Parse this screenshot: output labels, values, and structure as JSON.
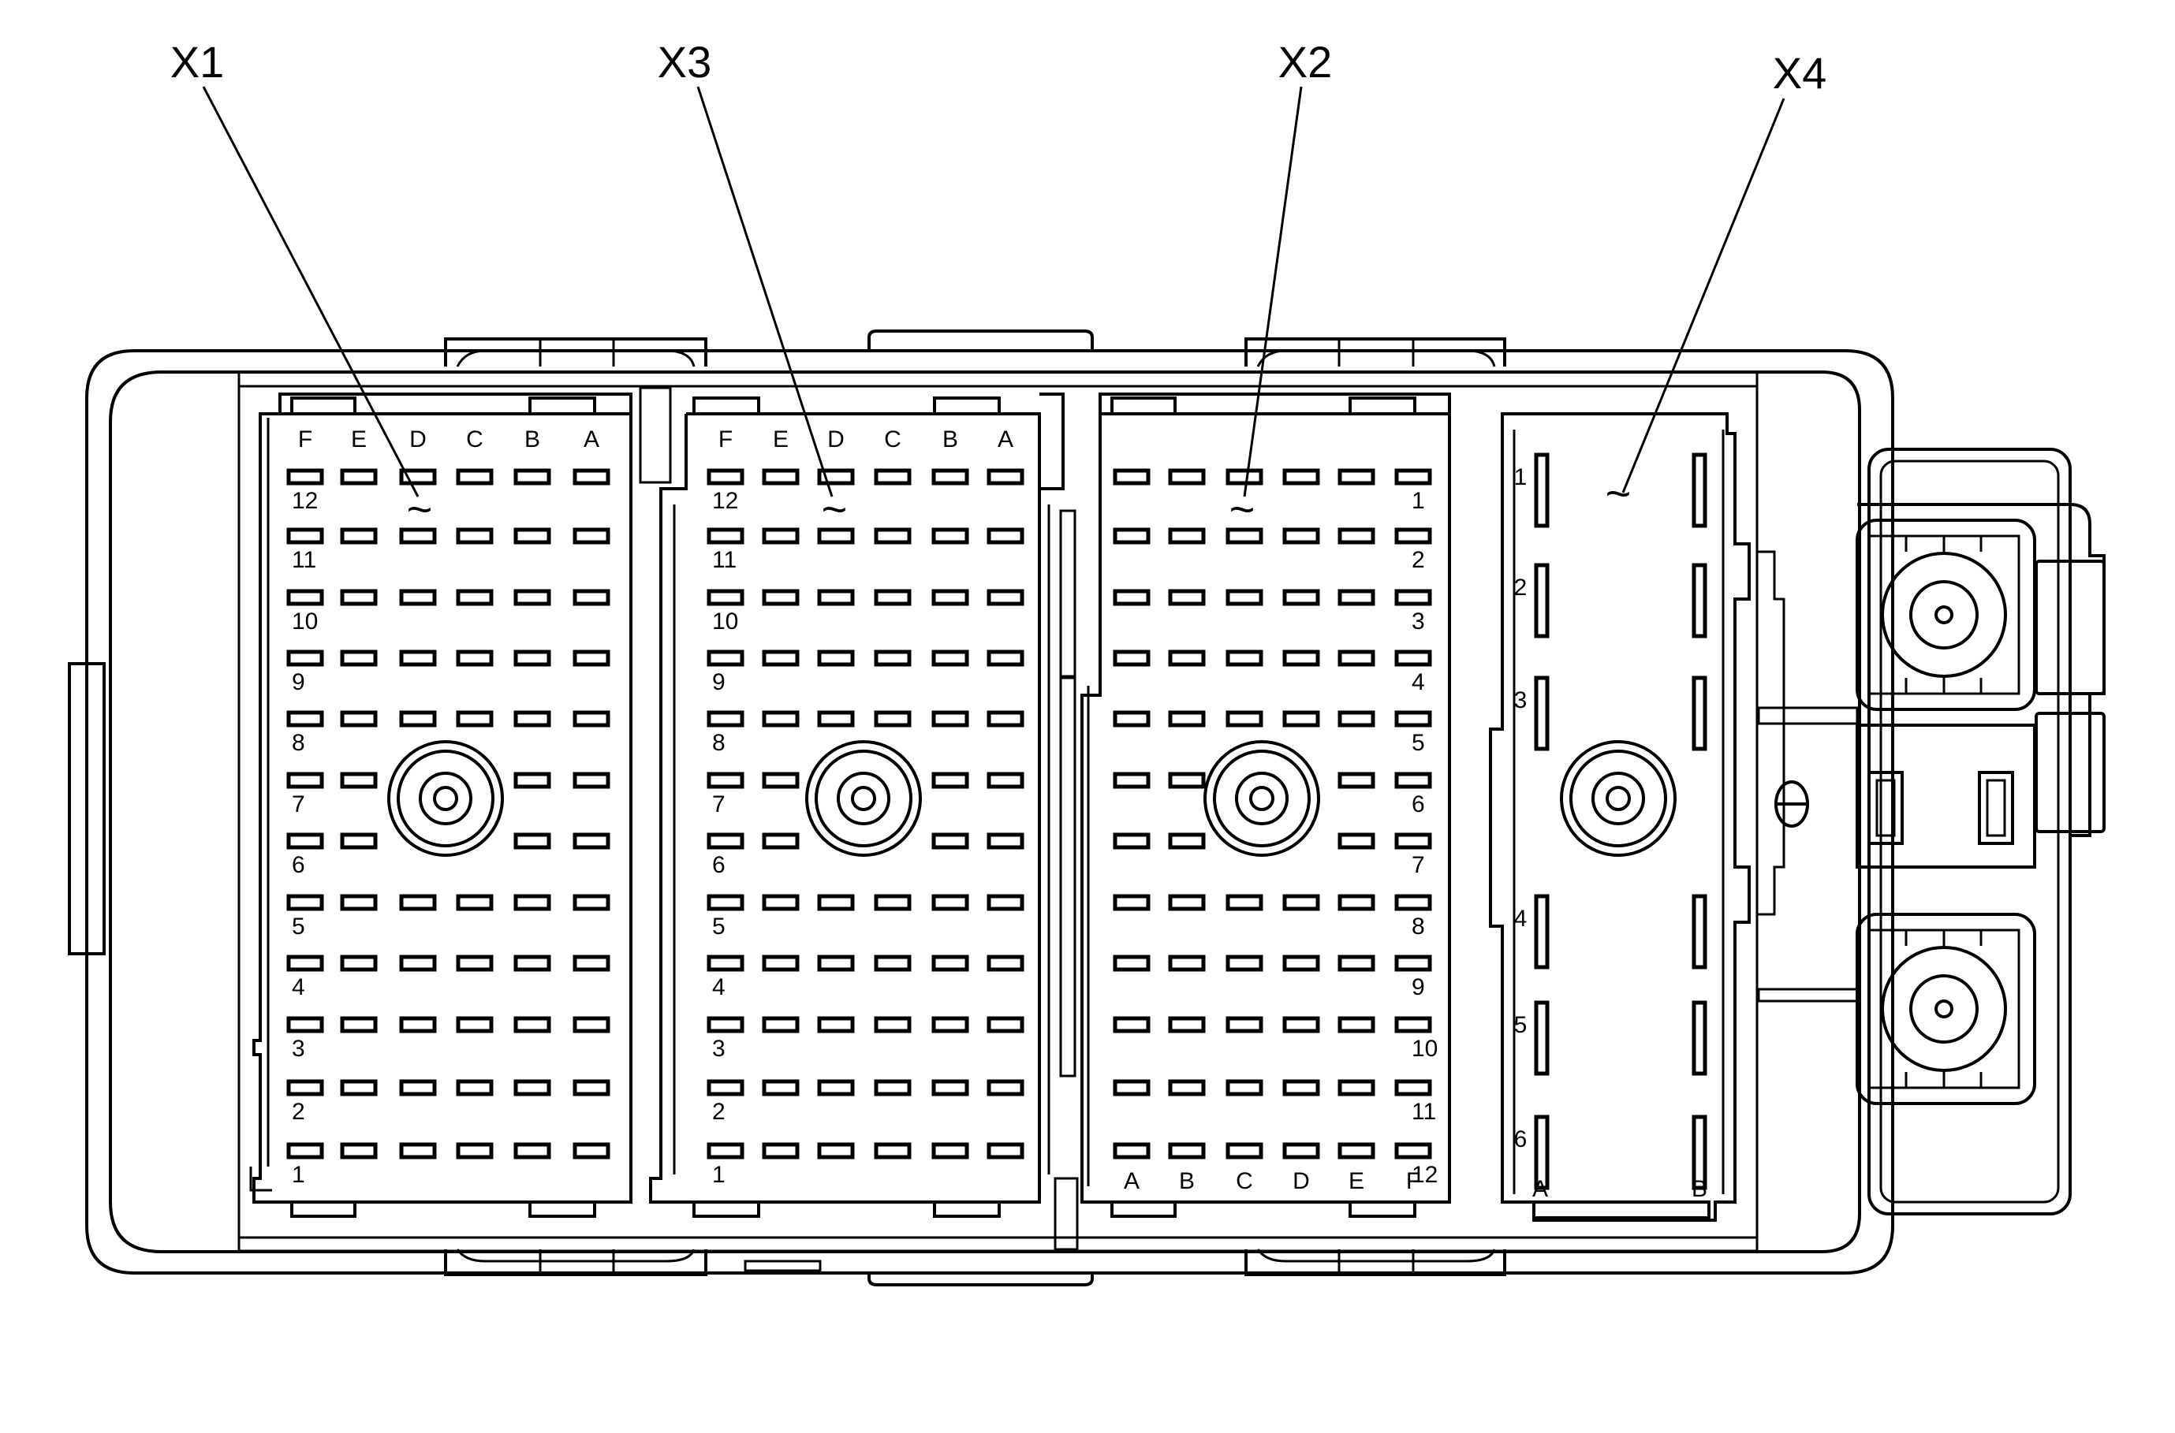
{
  "callouts": [
    "X1",
    "X3",
    "X2",
    "X4"
  ],
  "x1": {
    "columns": [
      "F",
      "E",
      "D",
      "C",
      "B",
      "A"
    ],
    "rows": [
      "12",
      "11",
      "10",
      "9",
      "8",
      "7",
      "6",
      "5",
      "4",
      "3",
      "2",
      "1"
    ]
  },
  "x3": {
    "columns": [
      "F",
      "E",
      "D",
      "C",
      "B",
      "A"
    ],
    "rows": [
      "12",
      "11",
      "10",
      "9",
      "8",
      "7",
      "6",
      "5",
      "4",
      "3",
      "2",
      "1"
    ]
  },
  "x2": {
    "columns": [
      "A",
      "B",
      "C",
      "D",
      "E",
      "F"
    ],
    "rows": [
      "1",
      "2",
      "3",
      "4",
      "5",
      "6",
      "7",
      "8",
      "9",
      "10",
      "11",
      "12"
    ]
  },
  "x4": {
    "rows": [
      "1",
      "2",
      "3",
      "4",
      "5",
      "6"
    ],
    "columns": [
      "A",
      "B"
    ]
  },
  "tilde": "~"
}
